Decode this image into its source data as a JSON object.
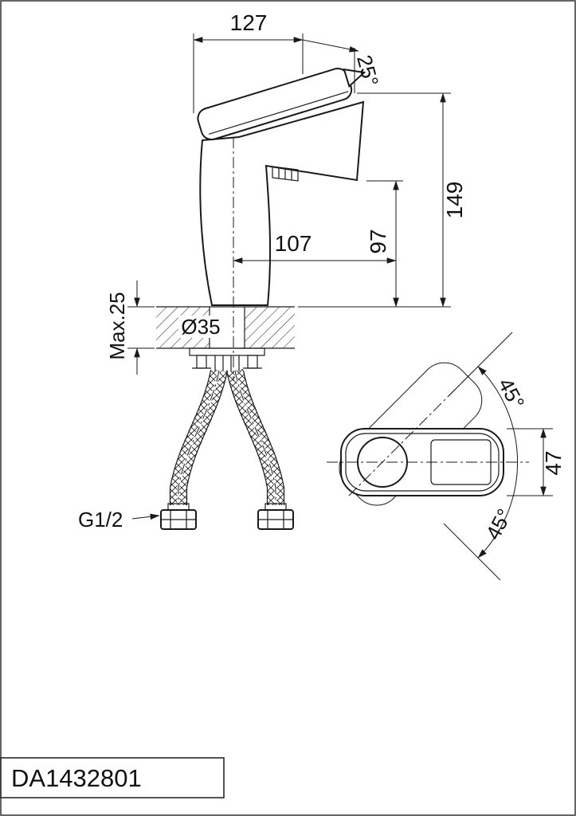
{
  "title_block": {
    "part_number": "DA1432801"
  },
  "front_view": {
    "dim_spout_reach": "127",
    "dim_spout_angle": "25°",
    "dim_total_height": "149",
    "dim_outlet_height": "97",
    "dim_body_reach": "107",
    "dim_deck_thickness": "Max.25",
    "dim_hole_diameter": "Ø35",
    "dim_thread": "G1/2"
  },
  "top_view": {
    "dim_swing_upper": "45°",
    "dim_swing_lower": "45°",
    "dim_body_width": "47"
  }
}
